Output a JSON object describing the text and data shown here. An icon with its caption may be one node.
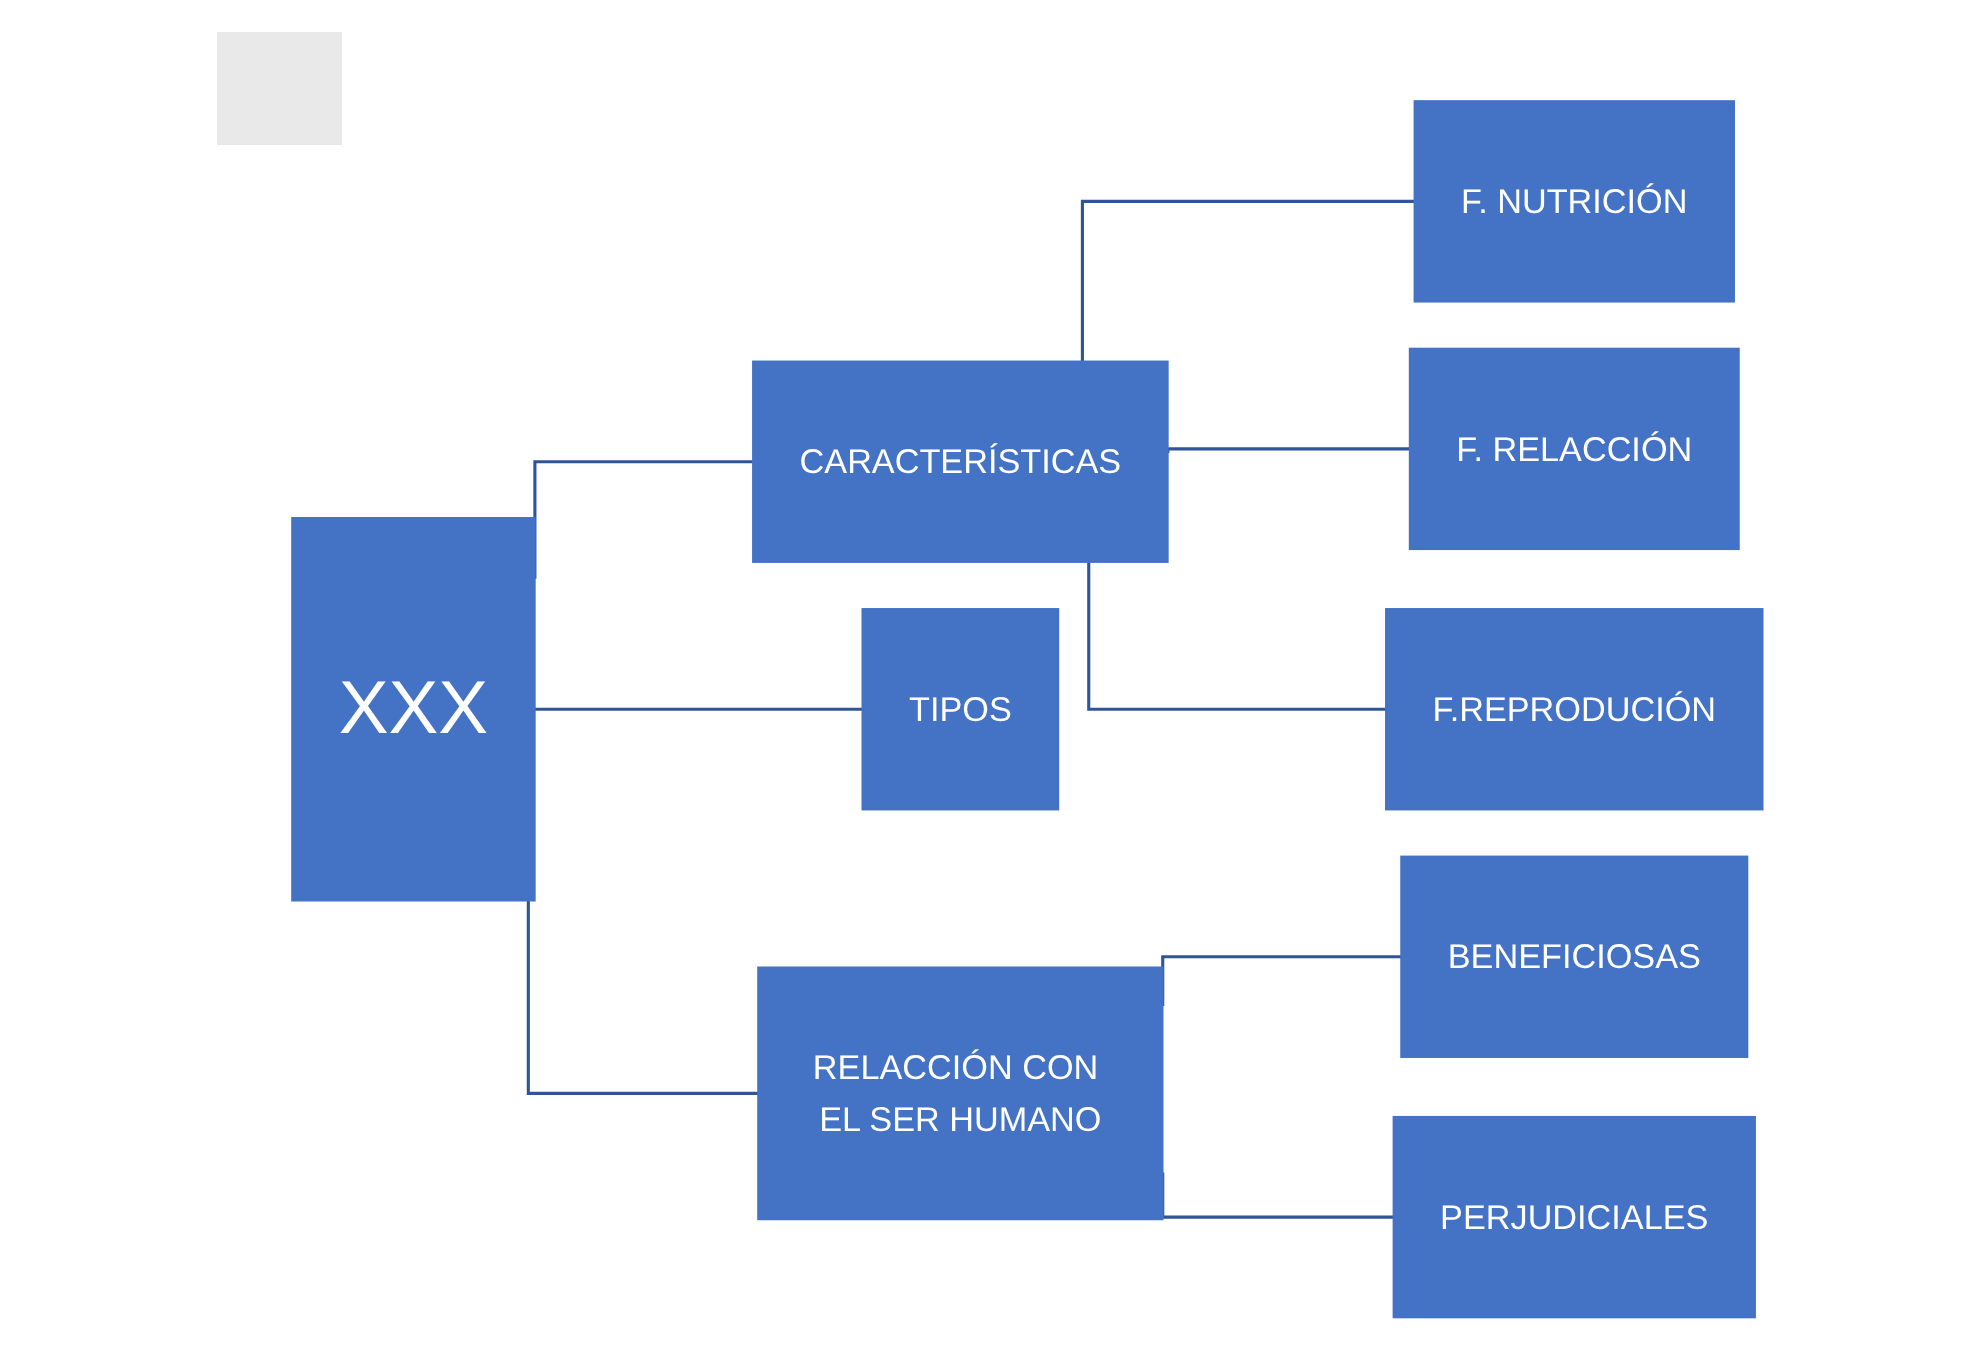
{
  "diagram": {
    "nodes": [
      {
        "text": [
          "XXX"
        ]
      },
      {
        "text": [
          "CARACTERÍSTICAS"
        ]
      },
      {
        "text": [
          "TIPOS"
        ]
      },
      {
        "text": [
          "RELACCIÓN CON EL SER HUMANO"
        ]
      },
      {
        "text": [
          "F. NUTRICIÓN"
        ]
      },
      {
        "text": [
          "F. RELACCIÓN"
        ]
      },
      {
        "text": [
          "F.REPRODUCIÓN"
        ]
      },
      {
        "text": [
          "BENEFICIOSAS"
        ]
      },
      {
        "text": [
          "PERJUDICIALES"
        ]
      }
    ],
    "edges": [
      {
        "from": 0,
        "to": 1,
        "arrow": "none"
      },
      {
        "from": 0,
        "to": 2,
        "arrow": "none"
      },
      {
        "from": 0,
        "to": 3,
        "arrow": "none"
      },
      {
        "from": 1,
        "to": 4,
        "arrow": "none"
      },
      {
        "from": 1,
        "to": 5,
        "arrow": "none"
      },
      {
        "from": 1,
        "to": 6,
        "arrow": "none"
      },
      {
        "from": 3,
        "to": 7,
        "arrow": "none"
      },
      {
        "from": 3,
        "to": 8,
        "arrow": "none"
      }
    ]
  }
}
